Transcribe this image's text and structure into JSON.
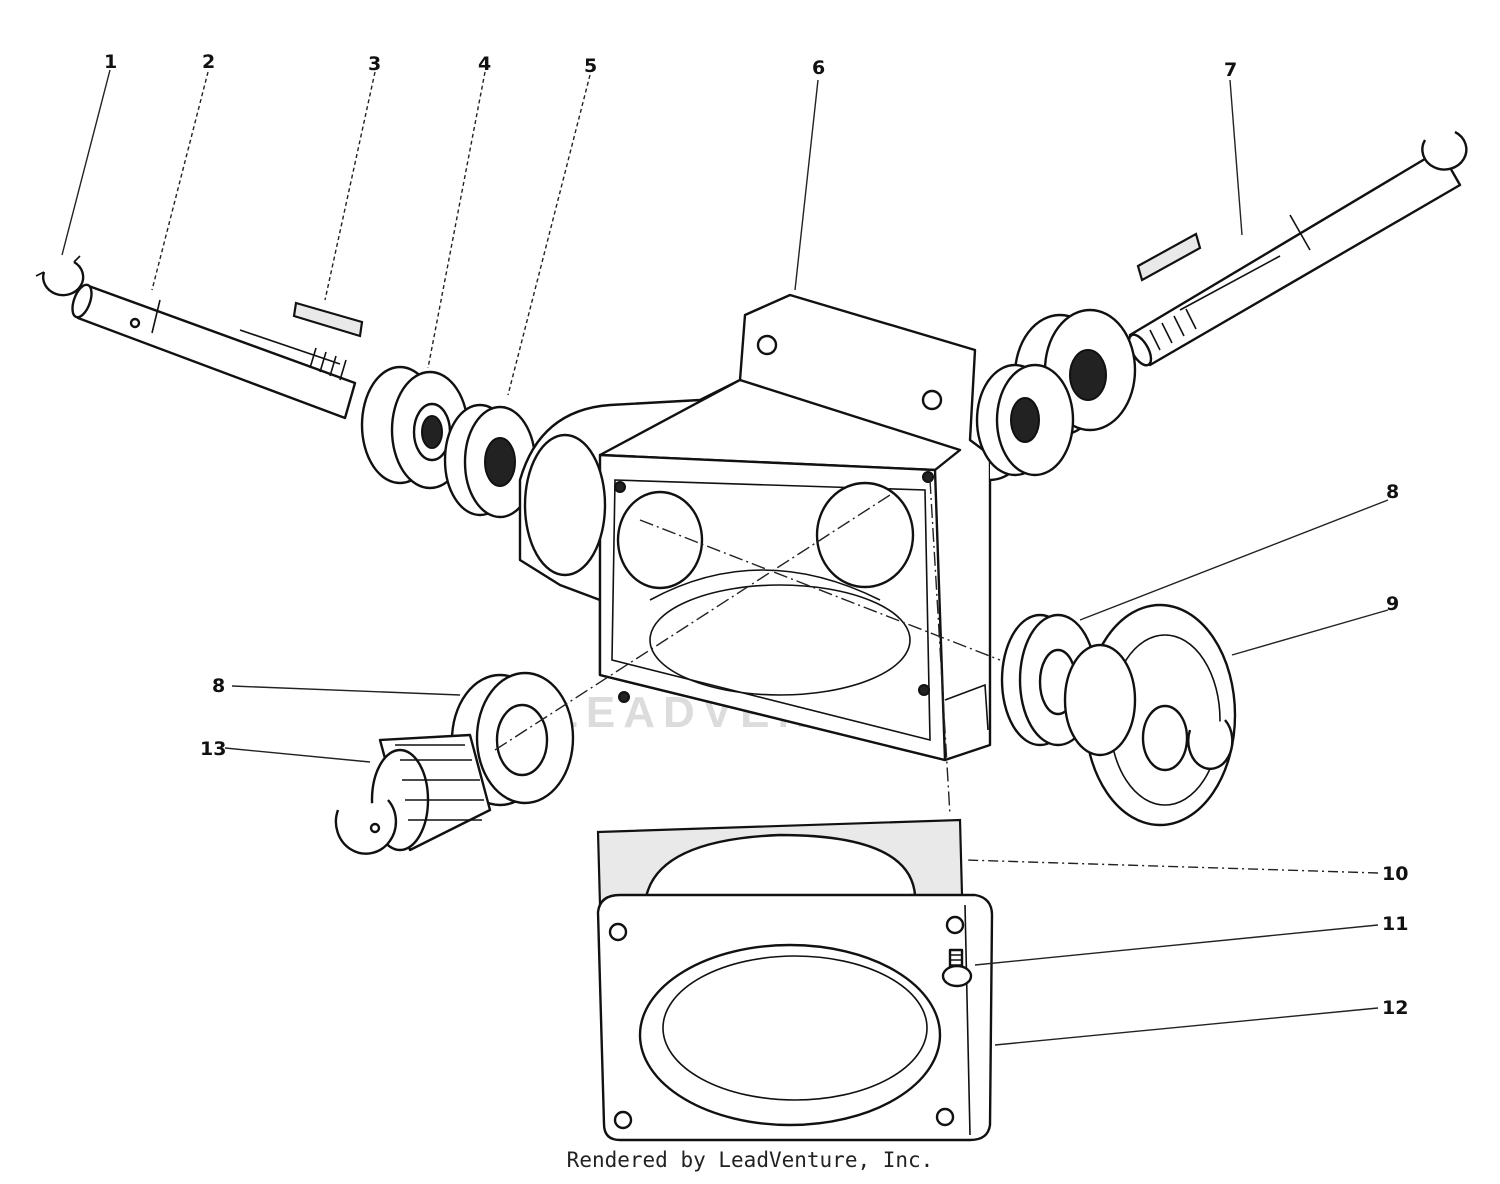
{
  "callouts": {
    "c1": "1",
    "c2": "2",
    "c3": "3",
    "c4": "4",
    "c5": "5",
    "c6": "6",
    "c7": "7",
    "c8a": "8",
    "c8b": "8",
    "c9": "9",
    "c10": "10",
    "c11": "11",
    "c12": "12",
    "c13": "13"
  },
  "credit": "Rendered by LeadVenture, Inc.",
  "watermark": "LEADVENTURE"
}
